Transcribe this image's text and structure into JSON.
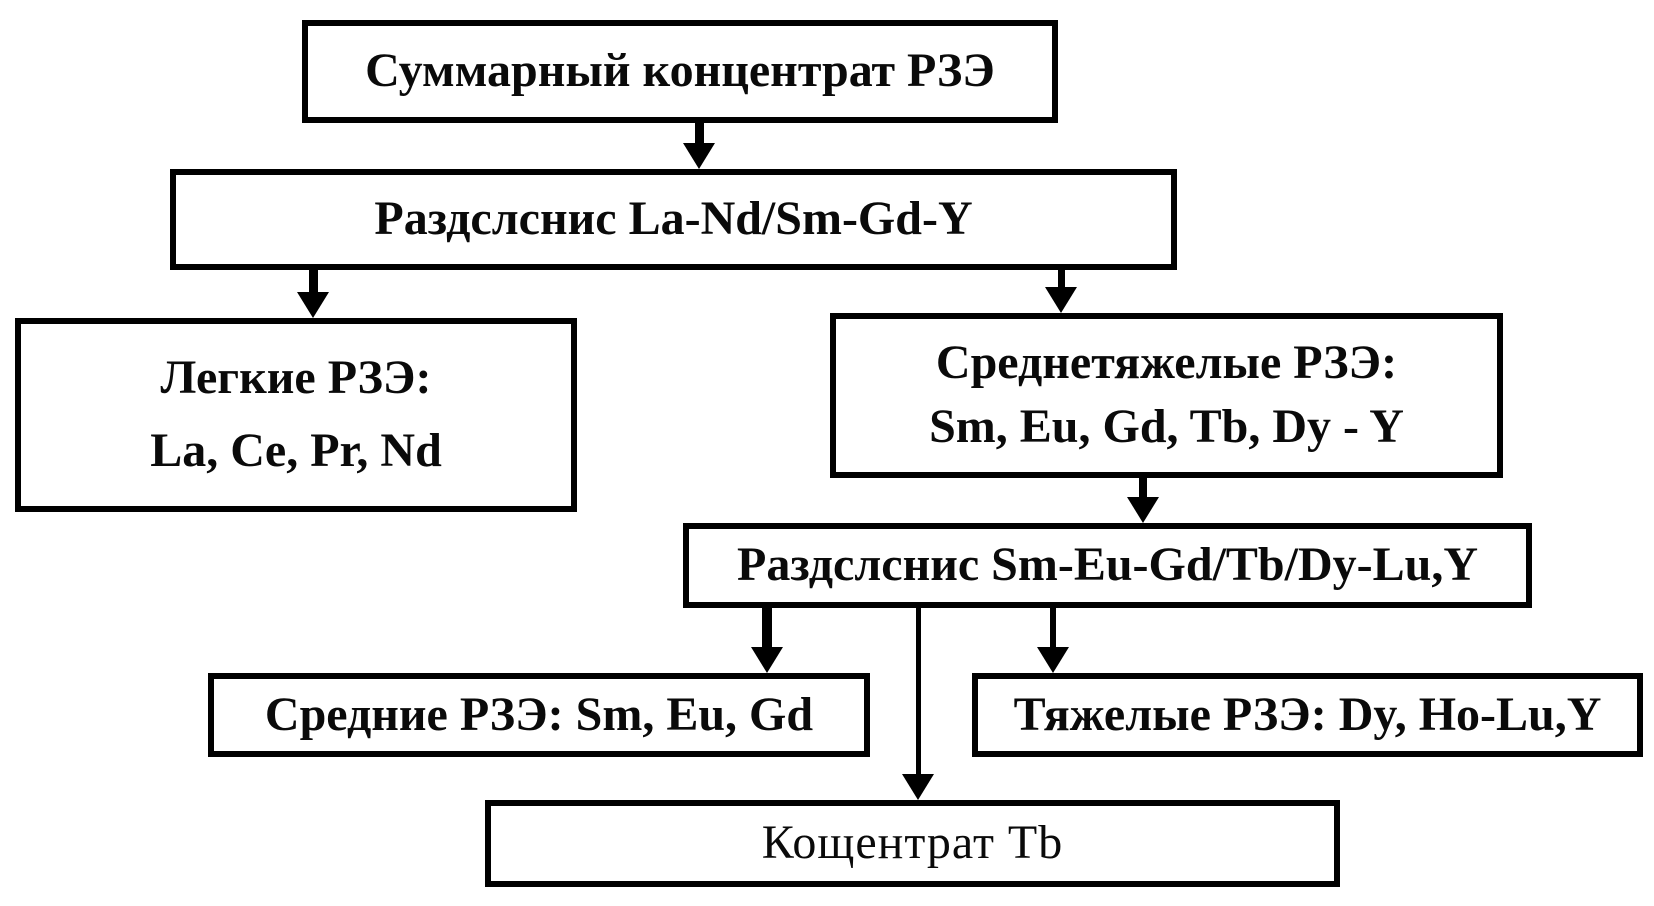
{
  "diagram": {
    "title_hint": "REE separation flowchart (scanned)",
    "colors": {
      "ink": "#000000",
      "paper": "#ffffff"
    },
    "nodes": {
      "total_concentrate": {
        "label": "Суммарный концентрат РЗЭ"
      },
      "separation1": {
        "label": "Раздслснис La-Nd/Sm-Gd-Y"
      },
      "light_ree": {
        "title": "Легкие РЗЭ:",
        "elements": "La, Ce, Pr, Nd"
      },
      "medium_heavy_ree": {
        "title": "Среднетяжелые РЗЭ:",
        "elements": "Sm, Eu, Gd, Tb, Dy - Y"
      },
      "separation2": {
        "label": "Раздслснис Sm-Eu-Gd/Tb/Dy-Lu,Y"
      },
      "middle_ree": {
        "label": "Средние РЗЭ: Sm, Eu, Gd"
      },
      "heavy_ree": {
        "label": "Тяжелые РЗЭ: Dy, Ho-Lu,Y"
      },
      "tb_concentrate": {
        "label": "Кощентрат Tb"
      }
    }
  }
}
